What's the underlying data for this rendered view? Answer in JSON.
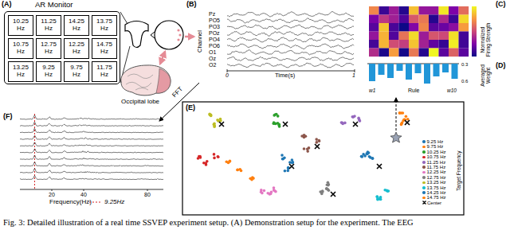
{
  "diagram": {
    "caption": "Fig. 3: Detailed illustration of a real time SSVEP experiment setup. (A) Demonstration setup for the experiment. The EEG",
    "nodes": [
      {
        "text": [
          "AR Monitor"
        ]
      },
      {
        "text": [
          "10.25 Hz"
        ],
        "in": 0
      },
      {
        "text": [
          "11.25 Hz"
        ],
        "in": 0
      },
      {
        "text": [
          "14.25 Hz"
        ],
        "in": 0
      },
      {
        "text": [
          "13.75 Hz"
        ],
        "in": 0
      },
      {
        "text": [
          "10.75 Hz"
        ],
        "in": 0
      },
      {
        "text": [
          "12.75 Hz"
        ],
        "in": 0
      },
      {
        "text": [
          "12.25 Hz"
        ],
        "in": 0
      },
      {
        "text": [
          "14.75 Hz"
        ],
        "in": 0
      },
      {
        "text": [
          "13.25 Hz"
        ],
        "in": 0
      },
      {
        "text": [
          "9.25 Hz"
        ],
        "in": 0
      },
      {
        "text": [
          "9.75 Hz"
        ],
        "in": 0
      },
      {
        "text": [
          "11.75 Hz"
        ],
        "in": 0
      }
    ],
    "labels": [
      "(A)",
      "Occipital lobe",
      "(B)",
      "Channel",
      "Pz",
      "PO5",
      "PO3",
      "POz",
      "PO4",
      "PO6",
      "O1",
      "Oz",
      "O2",
      "0",
      "Time(s)",
      "1",
      "(C)",
      "Normalized Firing Strength",
      "(D)",
      "Averaged Weight",
      "0.3",
      "0.6",
      "Rule",
      "w1",
      "w10",
      "FFT",
      "(E)",
      "Target Frequency",
      "(F)",
      "20",
      "40",
      "80",
      "Frequency(Hz)"
    ],
    "legend": [
      {
        "text": "9.25 Hz",
        "color": "#1f77b4"
      },
      {
        "text": "9.75 Hz",
        "color": "#ff7f0e"
      },
      {
        "text": "10.25 Hz",
        "color": "#2ca02c"
      },
      {
        "text": "10.75 Hz",
        "color": "#d62728"
      },
      {
        "text": "11.25 Hz",
        "color": "#9467bd"
      },
      {
        "text": "11.75 Hz",
        "color": "#8c564b"
      },
      {
        "text": "12.25 Hz",
        "color": "#e377c2"
      },
      {
        "text": "12.75 Hz",
        "color": "#7f7f7f"
      },
      {
        "text": "13.25 Hz",
        "color": "#bcbd22"
      },
      {
        "text": "13.75 Hz",
        "color": "#17becf"
      },
      {
        "text": "14.25 Hz",
        "color": "#1f77b4"
      },
      {
        "text": "14.75 Hz",
        "color": "#ff7f0e"
      },
      {
        "text": "Center"
      },
      {
        "text": "9.25Hz"
      }
    ]
  }
}
